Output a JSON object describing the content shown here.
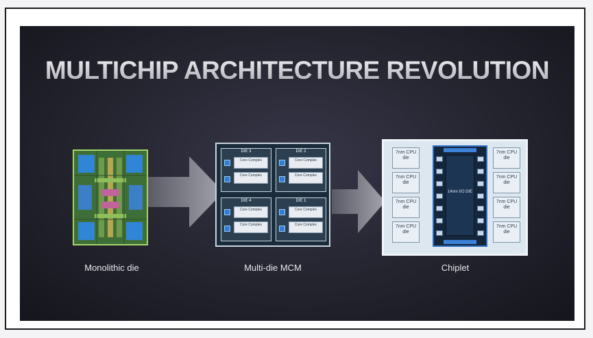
{
  "slide": {
    "title": "MULTICHIP ARCHITECTURE REVOLUTION"
  },
  "stages": [
    {
      "caption": "Monolithic die"
    },
    {
      "caption": "Multi-die MCM"
    },
    {
      "caption": "Chiplet"
    }
  ],
  "mcm": {
    "dies": [
      {
        "label": "DIE 3",
        "complexes": [
          "Core Complex",
          "Core Complex"
        ]
      },
      {
        "label": "DIE 2",
        "complexes": [
          "Core Complex",
          "Core Complex"
        ]
      },
      {
        "label": "DIE 4",
        "complexes": [
          "Core Complex",
          "Core Complex"
        ]
      },
      {
        "label": "DIE 1",
        "complexes": [
          "Core Complex",
          "Core Complex"
        ]
      }
    ]
  },
  "chiplet": {
    "cpu_dies": [
      "7nm CPU die",
      "7nm CPU die",
      "7nm CPU die",
      "7nm CPU die",
      "7nm CPU die",
      "7nm CPU die",
      "7nm CPU die",
      "7nm CPU die"
    ],
    "io_die_label": "14nm I/O DIE"
  },
  "colors": {
    "slide_bg": "#24242f",
    "arrow": "#8f8f99",
    "mono_die_green": "#3f6f38",
    "mono_die_blue": "#2f86d6",
    "mcm_bg": "#1a2c3b",
    "chiplet_bg": "#dde7f0",
    "io_die_border": "#2d6fc4"
  }
}
